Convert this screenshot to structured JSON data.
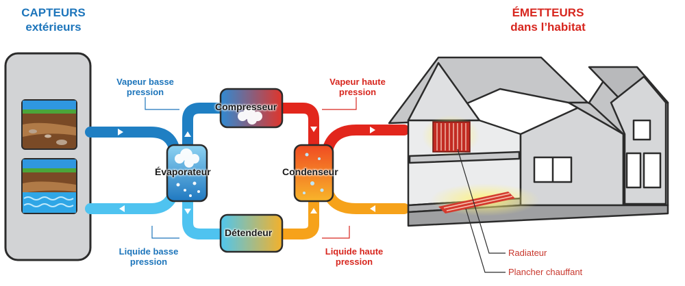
{
  "headings": {
    "sources_title": "CAPTEURS",
    "sources_subtitle": "extérieurs",
    "emitters_title": "ÉMETTEURS",
    "emitters_subtitle": "dans l’habitat"
  },
  "components": {
    "compressor": "Compresseur",
    "evaporator": "Évaporateur",
    "condenser": "Condenseur",
    "expansion_valve": "Détendeur"
  },
  "states": {
    "low_pressure_vapor": [
      "Vapeur basse",
      "pression"
    ],
    "high_pressure_vapor": [
      "Vapeur haute",
      "pression"
    ],
    "low_pressure_liquid": [
      "Liquide basse",
      "pression"
    ],
    "high_pressure_liquid": [
      "Liquide haute",
      "pression"
    ]
  },
  "emitters": {
    "radiator": "Radiateur",
    "floor_heating": "Plancher chauffant"
  },
  "colors": {
    "cold_dark": "#1f7fc3",
    "cold_light": "#4fc3f0",
    "hot_red": "#e2261c",
    "hot_orange": "#f6a21a",
    "blue_text": "#1d75bb",
    "red_text": "#d7261e",
    "house_gray": "#d5d6d8",
    "outline": "#2b2b2b"
  }
}
